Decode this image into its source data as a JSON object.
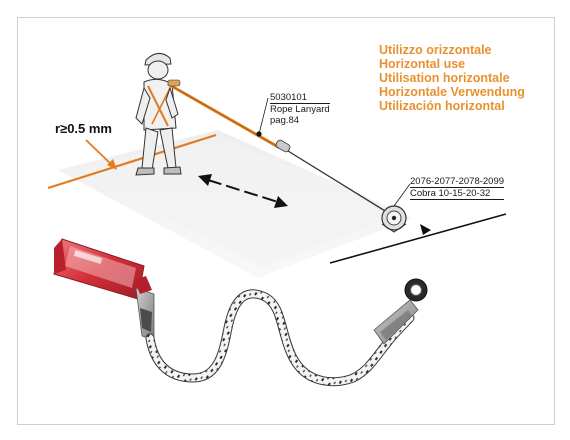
{
  "titles": [
    "Utilizzo orizzontale",
    "Horizontal use",
    "Utilisation horizontale",
    "Horizontale Verwendung",
    "Utilización horizontal"
  ],
  "lanyard_label": {
    "code": "5030101",
    "name": "Rope Lanyard",
    "page": "pag.84"
  },
  "cobra_label": {
    "codes": "2076-2077-2078-2099",
    "name": "Cobra 10-15-20-32"
  },
  "radius_label": "r≥0.5 mm",
  "colors": {
    "title_orange": "#e8912f",
    "edge_orange": "#e27b22",
    "shock_absorber_red": "#d5313c",
    "rope_white": "#f2f2f0",
    "rope_fleck": "#3a3a3a",
    "grey_sleeve": "#9a9a9a"
  },
  "icons": [
    "worker-figure-icon",
    "retractable-device-icon",
    "double-arrow-icon",
    "shock-absorber-icon",
    "rope-eye-thimble-icon"
  ]
}
